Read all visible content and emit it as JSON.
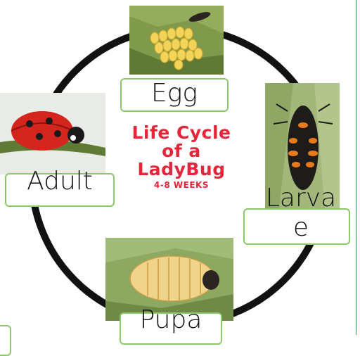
{
  "diagram": {
    "title_lines": [
      "Life Cycle",
      "of a",
      "LadyBug"
    ],
    "subtitle": "4-8 WEEKS",
    "colors": {
      "title": "#e3263a",
      "cycle_ring": "#111111",
      "label_border": "#8dc76b",
      "accent_rule": "#3e9a55"
    },
    "stages": [
      {
        "name": "egg",
        "label": "Egg",
        "image": "ladybug-eggs-photo"
      },
      {
        "name": "larvae",
        "label_lines": [
          "Larva",
          "e"
        ],
        "image": "ladybug-larva-photo"
      },
      {
        "name": "pupa",
        "label": "Pupa",
        "image": "ladybug-pupa-photo"
      },
      {
        "name": "adult",
        "label": "Adult",
        "image": "ladybug-adult-photo"
      }
    ]
  }
}
